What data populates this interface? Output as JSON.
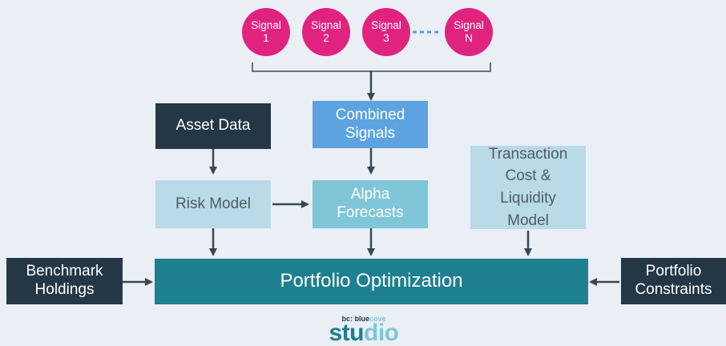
{
  "signals": [
    {
      "line1": "Signal",
      "line2": "1"
    },
    {
      "line1": "Signal",
      "line2": "2"
    },
    {
      "line1": "Signal",
      "line2": "3"
    },
    {
      "line1": "Signal",
      "line2": "N"
    }
  ],
  "nodes": {
    "combined_signals": "Combined Signals",
    "asset_data": "Asset Data",
    "risk_model": "Risk Model",
    "alpha_forecasts": "Alpha Forecasts",
    "transaction_cost": "Transaction Cost & Liquidity Model",
    "portfolio_optimization": "Portfolio Optimization",
    "benchmark_holdings": "Benchmark Holdings",
    "portfolio_constraints": "Portfolio Constraints"
  },
  "logo": {
    "prefix": "bc:",
    "brand_a": "blue",
    "brand_b": "cove",
    "word_a": "stu",
    "word_b": "dio"
  },
  "colors": {
    "signal": "#e0237f",
    "dark": "#243746",
    "blue": "#5ca3e0",
    "cyan": "#7ec6d8",
    "pale": "#b9dae6",
    "teal": "#1d7f8f",
    "arrow": "#3a4752",
    "background": "#e9eff4"
  }
}
